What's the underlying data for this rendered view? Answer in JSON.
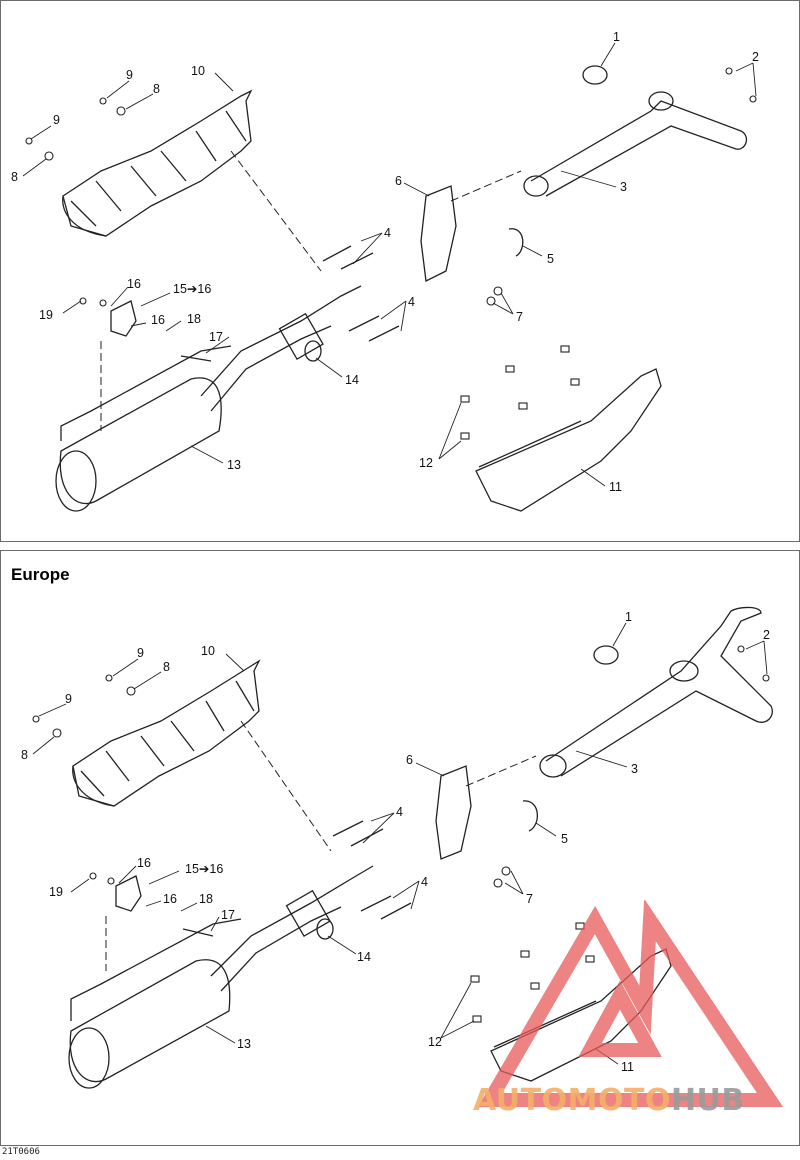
{
  "diagram": {
    "top_panel": {
      "title": "",
      "callouts": [
        "1",
        "2",
        "3",
        "4",
        "4",
        "5",
        "6",
        "7",
        "8",
        "8",
        "9",
        "9",
        "10",
        "11",
        "12",
        "13",
        "14",
        "15➔16",
        "16",
        "16",
        "17",
        "18",
        "19"
      ]
    },
    "bottom_panel": {
      "title": "Europe",
      "callouts": [
        "1",
        "2",
        "3",
        "4",
        "4",
        "5",
        "6",
        "7",
        "8",
        "8",
        "9",
        "9",
        "10",
        "11",
        "12",
        "13",
        "14",
        "15➔16",
        "16",
        "16",
        "17",
        "18",
        "19"
      ]
    },
    "figure_code": "21T0606",
    "watermark": {
      "part1": "AUTO",
      "part2": "MOTO",
      "part3": "HUB",
      "colors": {
        "triangle": "#e85a5a",
        "accent": "#f4b06a",
        "gray": "#9b9b9b"
      }
    }
  }
}
